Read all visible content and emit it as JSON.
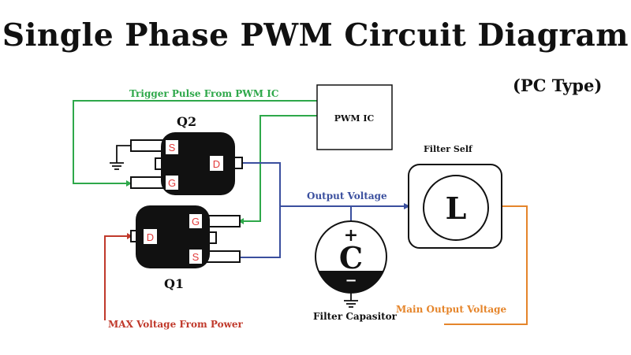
{
  "title": "Single Phase PWM Circuit Diagram",
  "subtitle": "(PC Type)",
  "labels": {
    "trigger": "Trigger Pulse From PWM IC",
    "pwm_ic": "PWM IC",
    "q2": "Q2",
    "q1": "Q1",
    "output_voltage": "Output Voltage",
    "filter_self": "Filter Self",
    "inductor": "L",
    "capacitor": "C",
    "cap_plus": "+",
    "cap_minus": "−",
    "filter_capacitor": "Filter Capasitor",
    "main_output": "Main Output Voltage",
    "max_voltage": "MAX Voltage From Power"
  },
  "pins": {
    "q2_s": "S",
    "q2_g": "G",
    "q2_d": "D",
    "q1_d": "D",
    "q1_g": "G",
    "q1_s": "S"
  },
  "colors": {
    "trigger": "#2ea84a",
    "output": "#3a4f9e",
    "main_output": "#e5852b",
    "max_voltage": "#c0392b",
    "pin_label": "#e23a3a",
    "body": "#111111"
  }
}
